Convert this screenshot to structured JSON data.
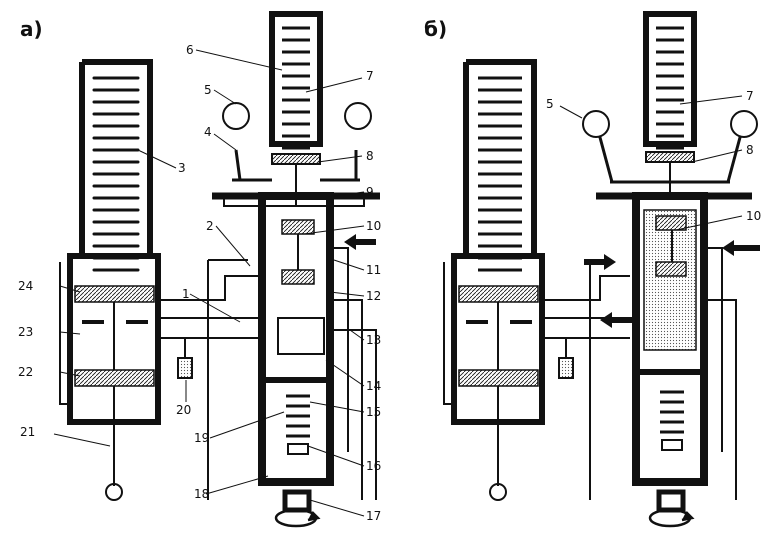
{
  "panels": [
    {
      "id": "a",
      "label": "а)"
    },
    {
      "id": "b",
      "label": "б)"
    }
  ],
  "labels_a": [
    "6",
    "7",
    "5",
    "4",
    "3",
    "8",
    "9",
    "2",
    "10",
    "11",
    "1",
    "24",
    "12",
    "13",
    "23",
    "22",
    "14",
    "20",
    "15",
    "19",
    "21",
    "16",
    "18",
    "17"
  ],
  "labels_b": [
    "5",
    "7",
    "8",
    "10"
  ],
  "colors": {
    "ink": "#111111",
    "paper": "#ffffff",
    "shade": "#d8d8d8"
  },
  "icons": [
    "arrow-left-icon",
    "arrow-right-icon",
    "rotation-arrow-icon",
    "flyweight-ball-icon",
    "spring-icon"
  ]
}
